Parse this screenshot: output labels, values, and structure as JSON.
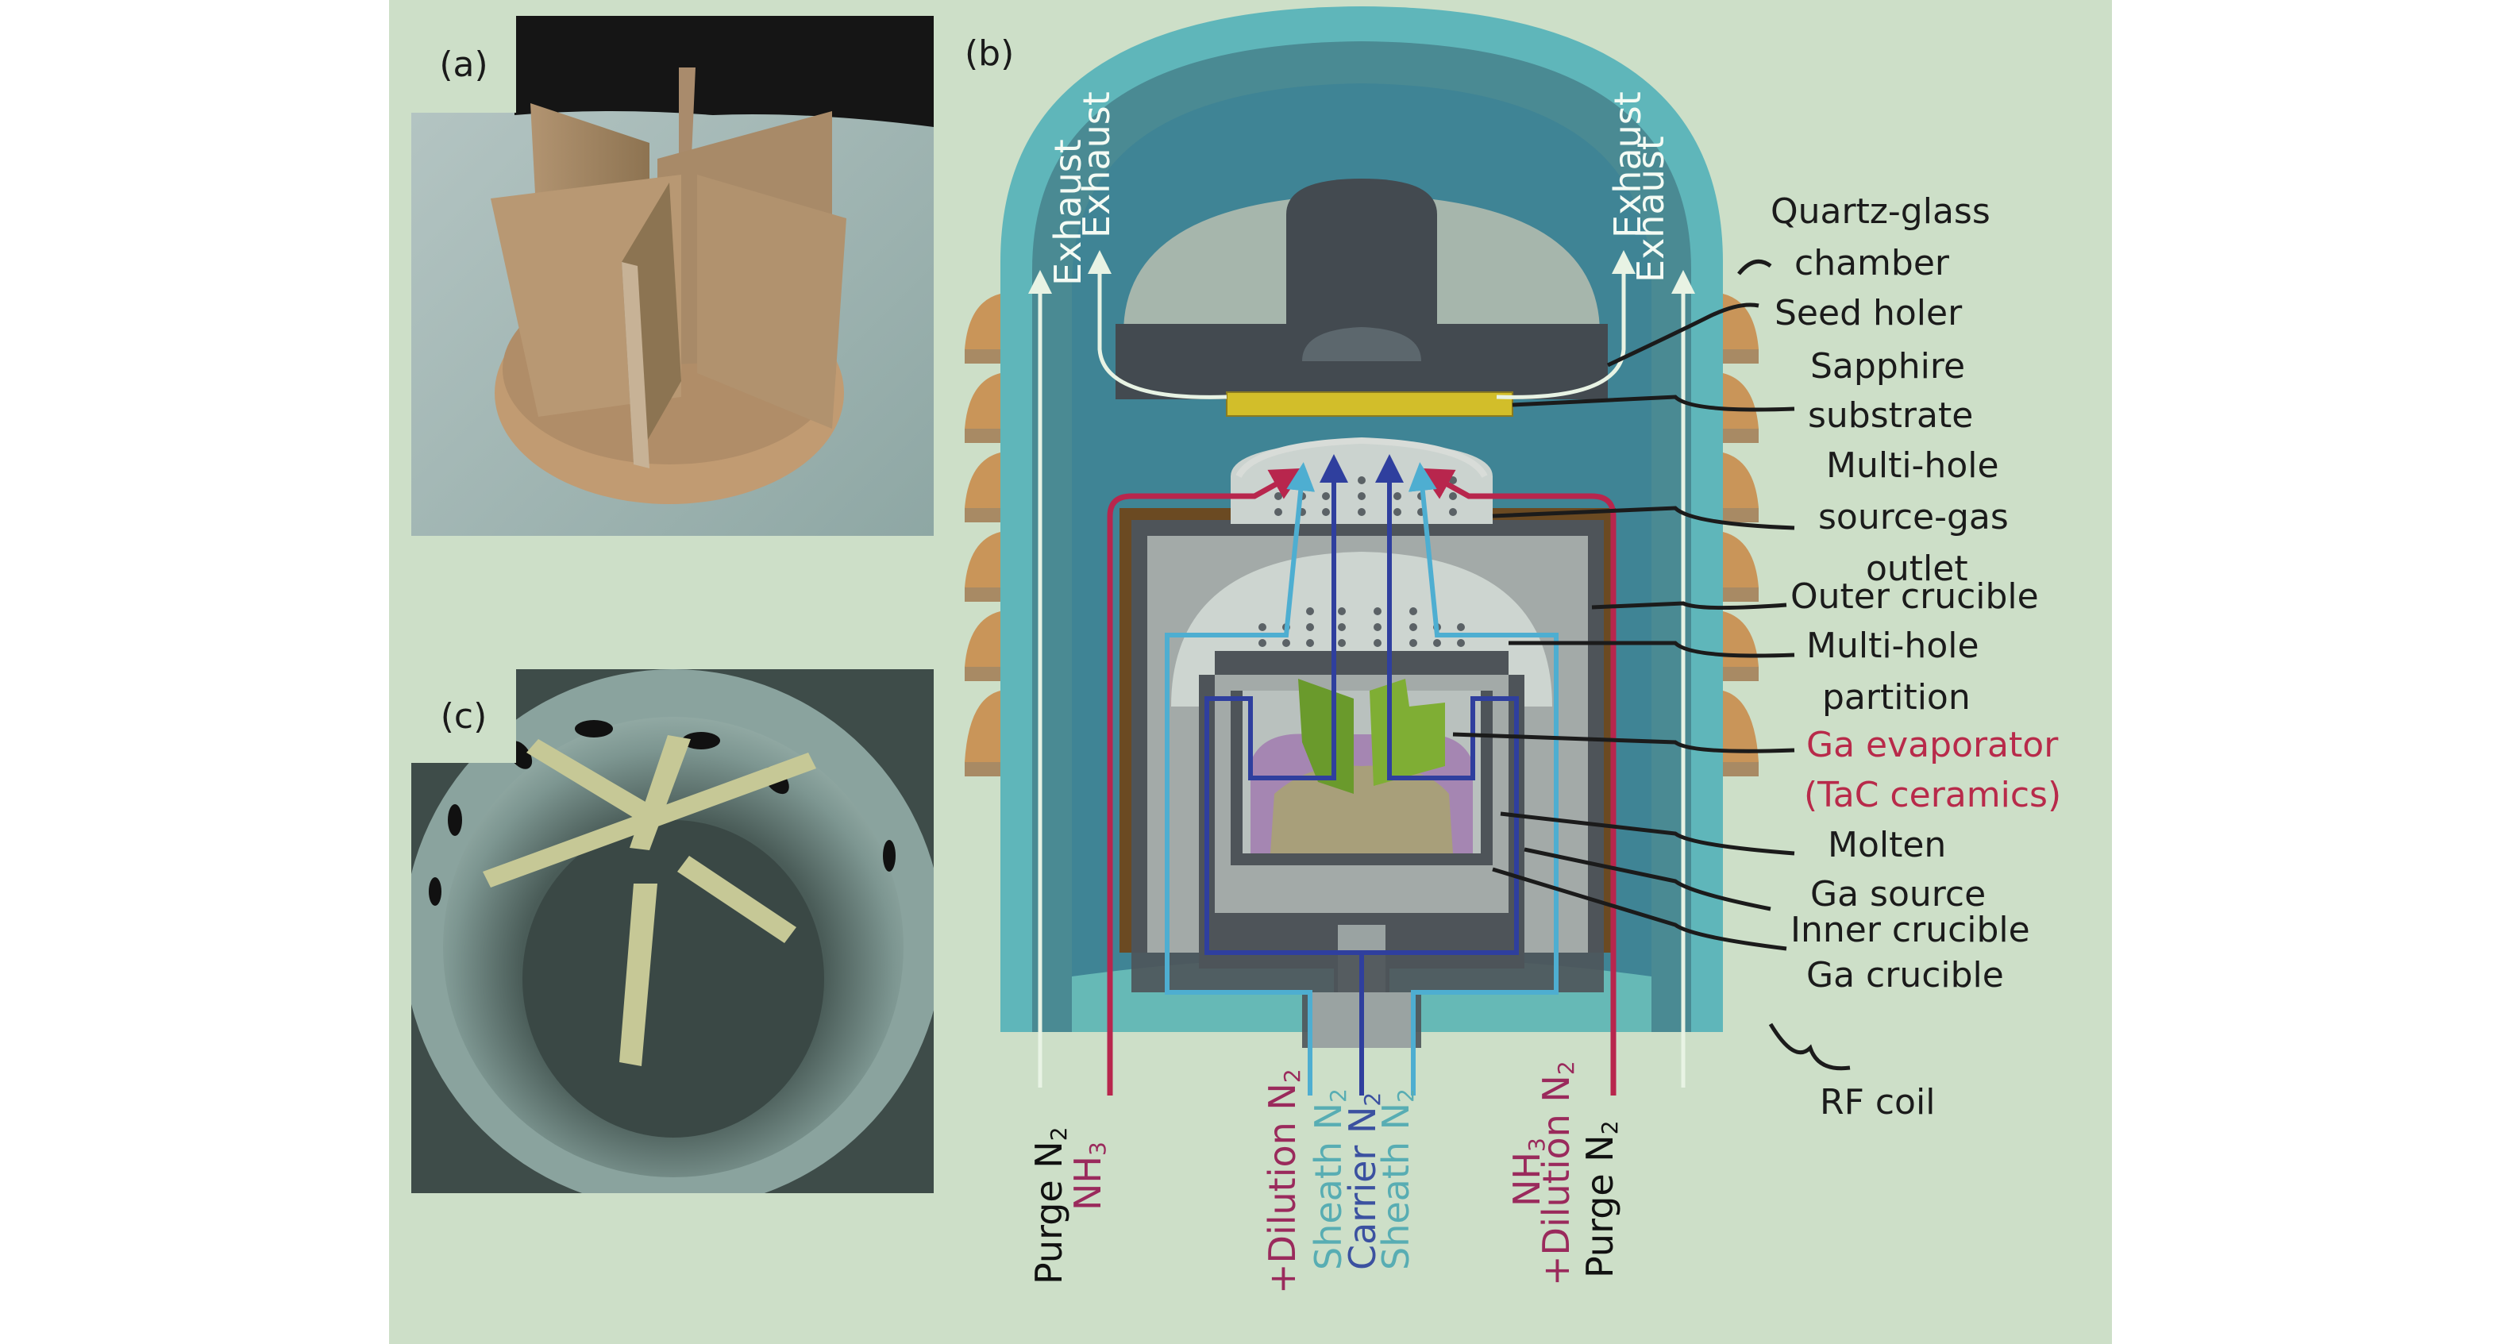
{
  "figure": {
    "background_color": "#cddfc8",
    "panels": {
      "a": {
        "tag": "(a)",
        "subject": "TaC ceramic Ga evaporator (six-fin holder) photo"
      },
      "b": {
        "tag": "(b)",
        "subject": "Reactor schematic"
      },
      "c": {
        "tag": "(c)",
        "subject": "Top view of evaporator inside crucible photo"
      }
    }
  },
  "schematic": {
    "exhaust_labels": [
      "Exhaust",
      "Exhaust",
      "Exhaust",
      "Exhaust"
    ],
    "component_labels": [
      {
        "text": "Quartz-glass",
        "color": "black"
      },
      {
        "text": "chamber",
        "color": "black"
      },
      {
        "text": "Seed holer",
        "color": "black"
      },
      {
        "text": "Sapphire",
        "color": "black"
      },
      {
        "text": "substrate",
        "color": "black"
      },
      {
        "text": "Multi-hole",
        "color": "black"
      },
      {
        "text": "source-gas",
        "color": "black"
      },
      {
        "text": "outlet",
        "color": "black"
      },
      {
        "text": "Outer crucible",
        "color": "black"
      },
      {
        "text": "Multi-hole",
        "color": "black"
      },
      {
        "text": "partition",
        "color": "black"
      },
      {
        "text": "Ga evaporator",
        "color": "red"
      },
      {
        "text": "(TaC ceramics)",
        "color": "red"
      },
      {
        "text": "Molten",
        "color": "black"
      },
      {
        "text": "Ga source",
        "color": "black"
      },
      {
        "text": "Inner crucible",
        "color": "black"
      },
      {
        "text": "Ga crucible",
        "color": "black"
      },
      {
        "text": "RF coil",
        "color": "black"
      }
    ],
    "gas_inlets": [
      {
        "main": "Purge N",
        "sub": "2",
        "color": "black"
      },
      {
        "main": "NH",
        "sub": "3",
        "color": "magenta"
      },
      {
        "main": "+Dilution N",
        "sub": "2",
        "color": "magenta"
      },
      {
        "main": "Sheath N",
        "sub": "2",
        "color": "teal"
      },
      {
        "main": "Carrier N",
        "sub": "2",
        "color": "navy"
      },
      {
        "main": "Sheath N",
        "sub": "2",
        "color": "teal"
      },
      {
        "main": "NH",
        "sub": "3",
        "color": "magenta"
      },
      {
        "main": "+Dilution N",
        "sub": "2",
        "color": "magenta"
      },
      {
        "main": "Purge N",
        "sub": "2",
        "color": "black"
      }
    ],
    "colors": {
      "chamber_outer": "#5fb6ba",
      "chamber_inner": "#4a8790",
      "seed_holder": "#434a50",
      "substrate": "#d2be2a",
      "crucible_brown": "#6b4a22",
      "crucible_gray": "#4e5459",
      "evaporator_green": "#7fae34",
      "molten_ga": "#a89f7a",
      "purple_region": "#a586b2",
      "rf_coil": "#c99559",
      "nh3_line": "#b8264d",
      "sheath_line": "#4eaed1",
      "carrier_line": "#2f3f9e",
      "exhaust_arrow": "#e8f3e4"
    }
  }
}
